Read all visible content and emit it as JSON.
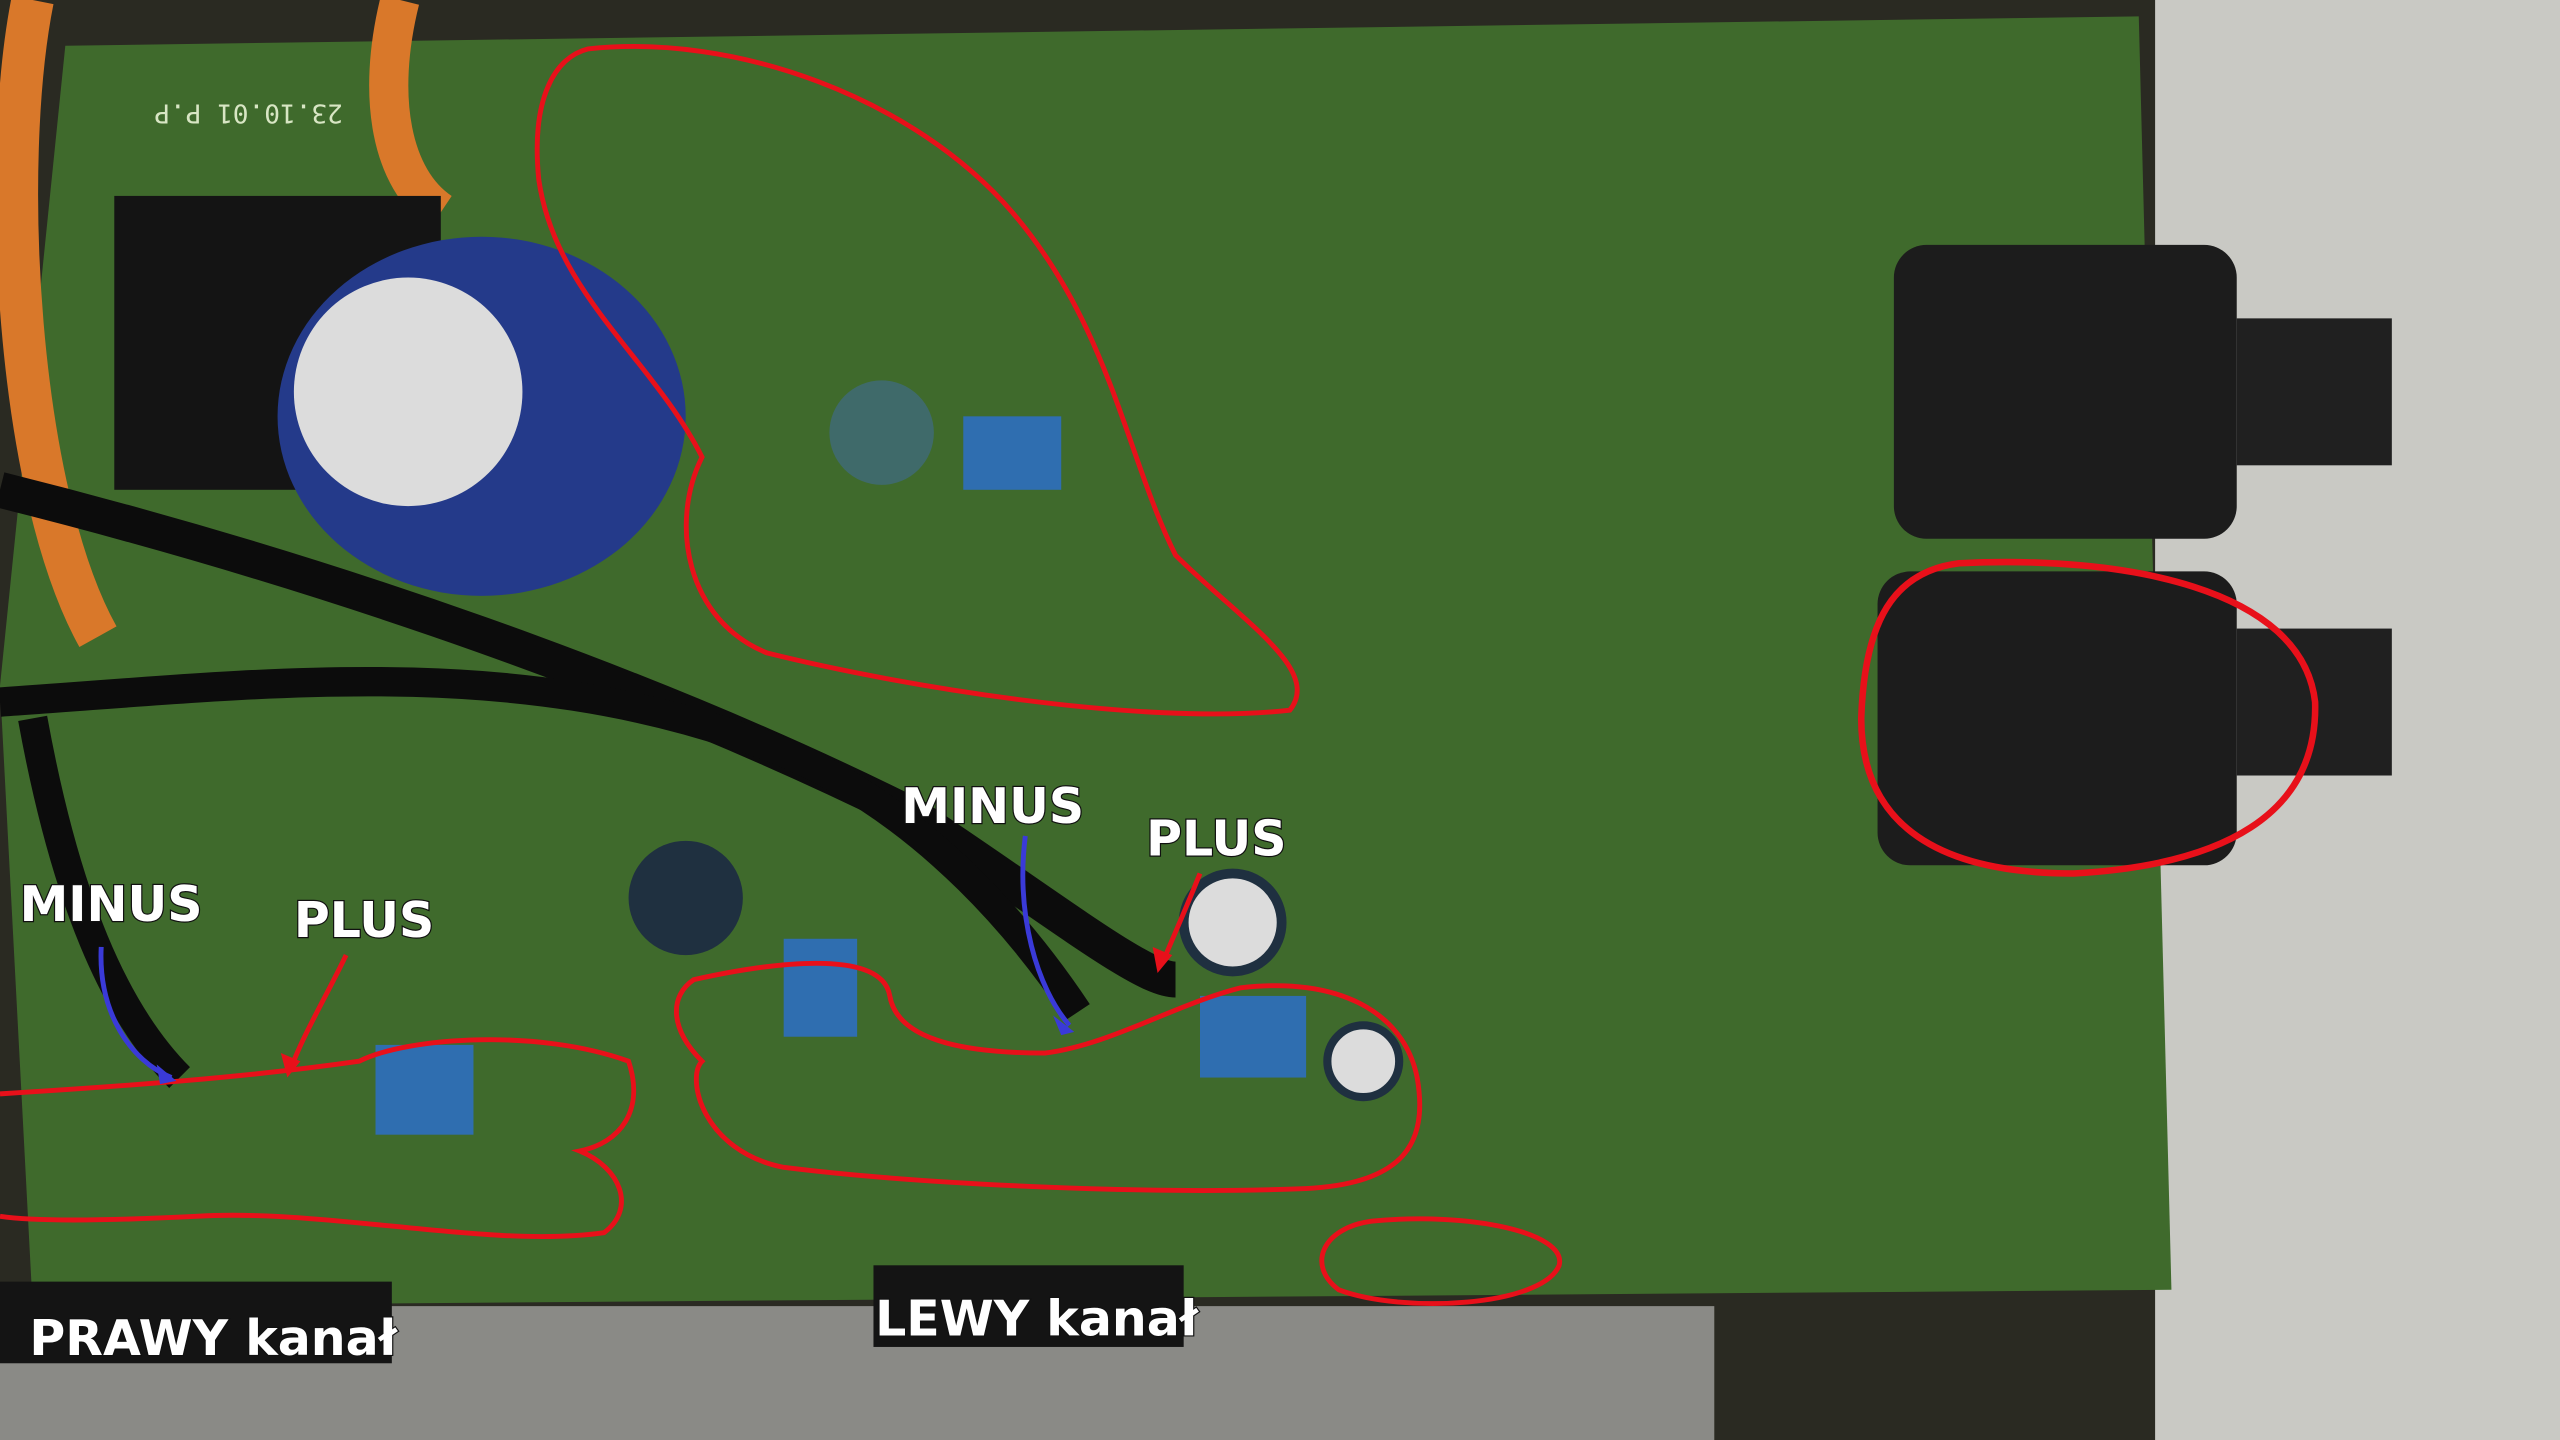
{
  "photo": {
    "board_print": "23.10.01 P.P",
    "colors": {
      "pcb": "#3f6a2c",
      "outline": "#e8101a",
      "arrow_minus": "#3a3ad8",
      "arrow_plus": "#e8101a",
      "label": "#ffffff"
    }
  },
  "annotations": {
    "right_minus": "MINUS",
    "right_plus": "PLUS",
    "left_minus": "MINUS",
    "left_plus": "PLUS",
    "right_channel": "PRAWY kanał",
    "left_channel": "LEWY kanał"
  }
}
